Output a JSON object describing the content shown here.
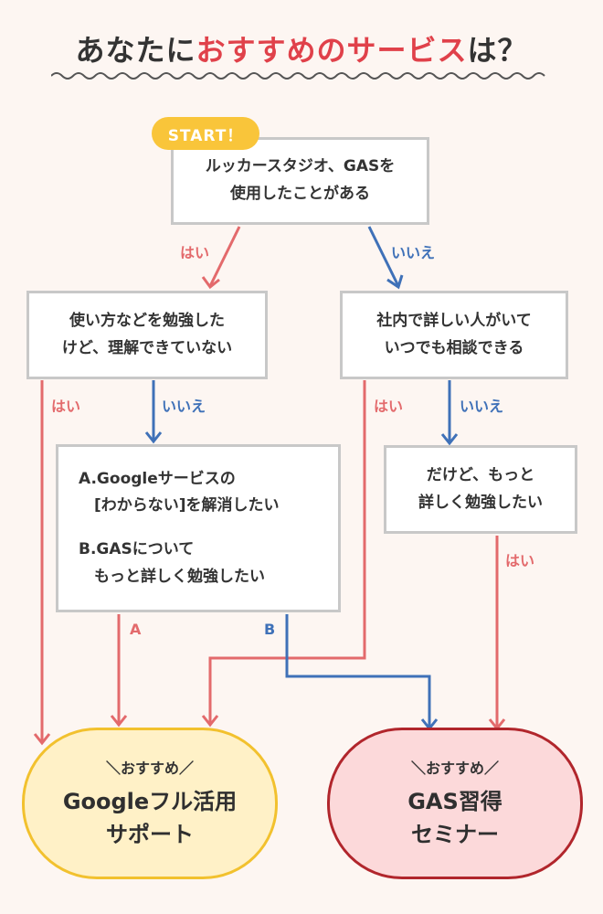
{
  "title": {
    "prefix": "あなたに",
    "accent": "おすすめのサービス",
    "suffix": "は？"
  },
  "start_badge": "START！",
  "nodes": {
    "q1": "ルッカースタジオ、GASを\n使用したことがある",
    "q2": "使い方などを勉強した\nけど、理解できていない",
    "q3": "社内で詳しい人がいて\nいつでも相談できる",
    "q4_a": "A.Googleサービスの\n　[わからない]を解消したい",
    "q4_b": "B.GASについて\n　もっと詳しく勉強したい",
    "q5": "だけど、もっと\n詳しく勉強したい"
  },
  "edge_labels": {
    "yes": "はい",
    "no": "いいえ",
    "a": "A",
    "b": "B"
  },
  "results": {
    "recommend": "＼おすすめ／",
    "google": "Googleフル活用\nサポート",
    "gas": "GAS習得\nセミナー"
  },
  "colors": {
    "red": "#e36a6c",
    "blue": "#3f71b8",
    "accent": "#e0414a",
    "yellow": "#f2c12e",
    "darkred": "#b1262c"
  }
}
